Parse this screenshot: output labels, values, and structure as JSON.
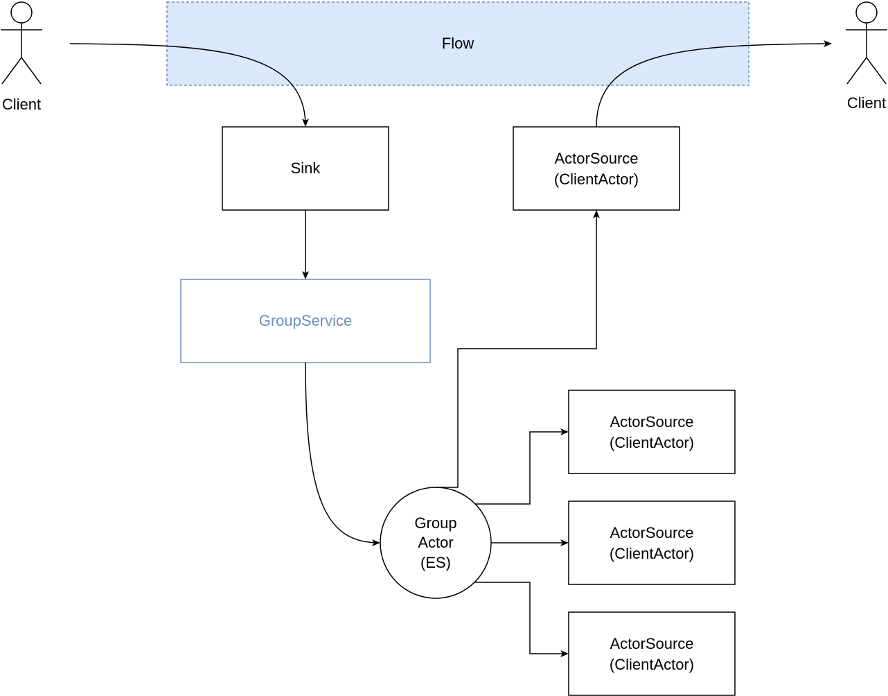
{
  "actors": {
    "left": {
      "label": "Client"
    },
    "right": {
      "label": "Client"
    }
  },
  "flow": {
    "label": "Flow"
  },
  "sink": {
    "label": "Sink"
  },
  "actor_source_top": {
    "line1": "ActorSource",
    "line2": "(ClientActor)"
  },
  "group_service": {
    "label": "GroupService"
  },
  "group_actor": {
    "line1": "Group",
    "line2": "Actor",
    "line3": "(ES)"
  },
  "actor_sources": [
    {
      "line1": "ActorSource",
      "line2": "(ClientActor)"
    },
    {
      "line1": "ActorSource",
      "line2": "(ClientActor)"
    },
    {
      "line1": "ActorSource",
      "line2": "(ClientActor)"
    }
  ],
  "colors": {
    "stroke": "#000000",
    "flow_fill": "#dae8fc",
    "flow_stroke": "#6c8ebf",
    "group_service_stroke": "#6c8ebf",
    "group_service_text": "#6c8ebf"
  }
}
